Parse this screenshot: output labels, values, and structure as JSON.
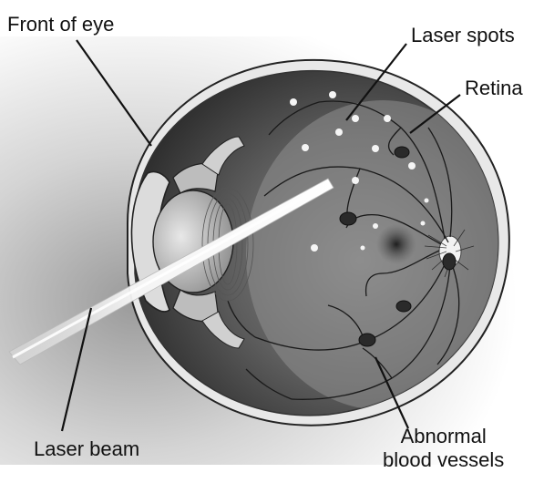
{
  "labels": {
    "front_of_eye": "Front of eye",
    "laser_spots": "Laser spots",
    "retina": "Retina",
    "laser_beam": "Laser beam",
    "abnormal_blood_vessels_line1": "Abnormal",
    "abnormal_blood_vessels_line2": "blood vessels"
  },
  "colors": {
    "ink": "#111111",
    "eye_interior": "#4a4a4a",
    "sclera": "#e6e6e6",
    "background_shading": "#cfcfcf"
  }
}
